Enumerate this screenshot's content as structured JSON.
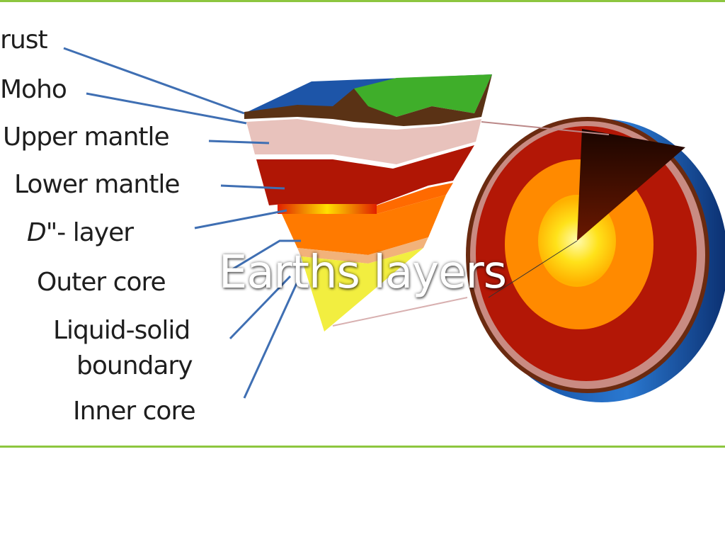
{
  "slide": {
    "title": "Earths layers",
    "accent_color": "#8dc63f"
  },
  "diagram": {
    "labels": {
      "crust": "Crust",
      "moho": "Moho",
      "upper_mantle": "Upper mantle",
      "lower_mantle": "Lower mantle",
      "d_layer_d": "D",
      "d_layer_rest": "\"- layer",
      "outer_core": "Outer core",
      "liquid_solid_1": "Liquid-solid",
      "liquid_solid_2": "boundary",
      "inner_core": "Inner core"
    },
    "leader_color": "#3f6fb3"
  }
}
